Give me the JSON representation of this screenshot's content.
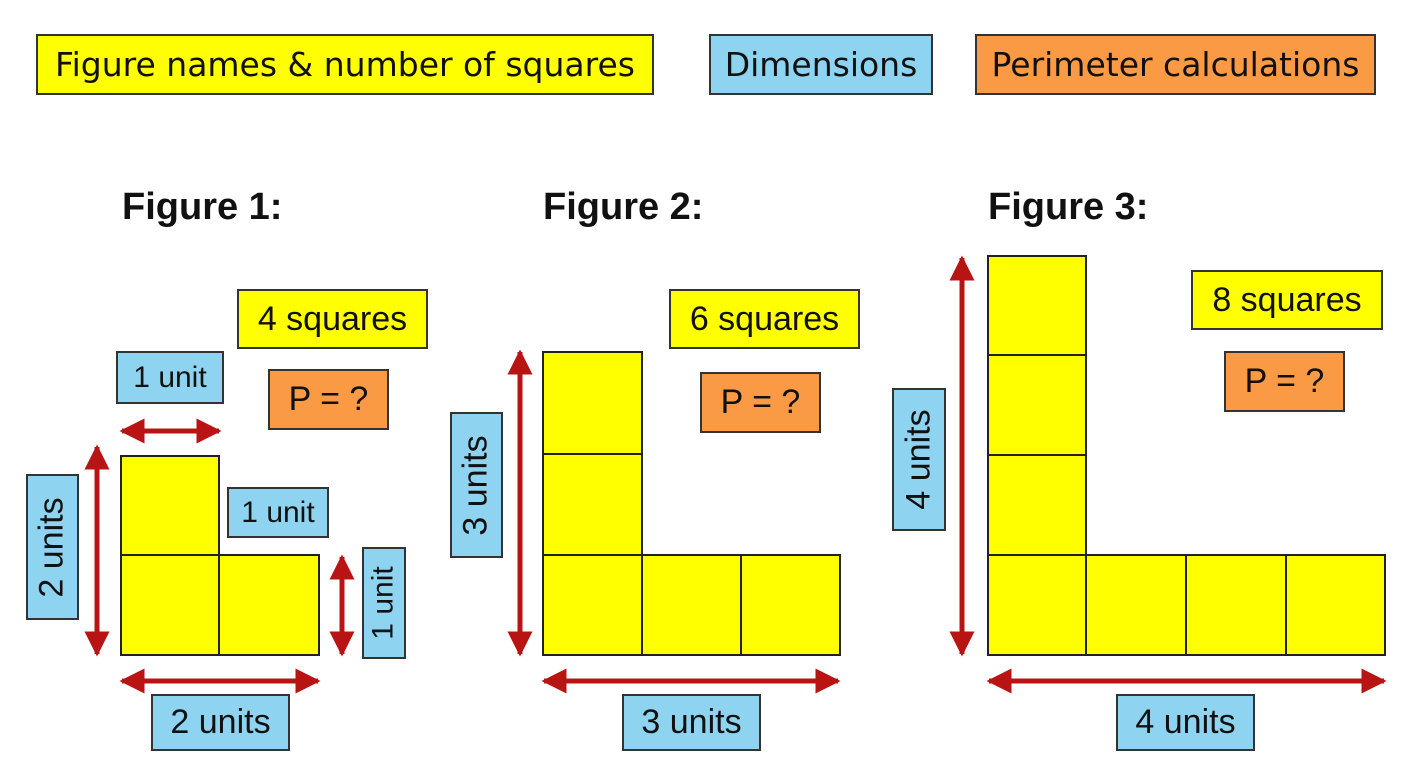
{
  "legend": {
    "names": {
      "text": "Figure names & number of squares",
      "color": "#ffff00"
    },
    "dimensions": {
      "text": "Dimensions",
      "color": "#8ed3f0"
    },
    "perimeter": {
      "text": "Perimeter calculations",
      "color": "#fb9a44"
    }
  },
  "colors": {
    "square": "#ffff00",
    "arrow": "#b81414",
    "dimension": "#8ed3f0",
    "perimeter": "#fb9a44"
  },
  "figures": [
    {
      "title": "Figure 1:",
      "squares": "4 squares",
      "perimeter": "P = ?",
      "dims": {
        "top": "1 unit",
        "step": "1 unit",
        "right": "1 unit",
        "left": "2 units",
        "bottom": "2 units"
      }
    },
    {
      "title": "Figure 2:",
      "squares": "6 squares",
      "perimeter": "P = ?",
      "dims": {
        "left": "3 units",
        "bottom": "3 units"
      }
    },
    {
      "title": "Figure 3:",
      "squares": "8 squares",
      "perimeter": "P = ?",
      "dims": {
        "left": "4 units",
        "bottom": "4 units"
      }
    }
  ]
}
